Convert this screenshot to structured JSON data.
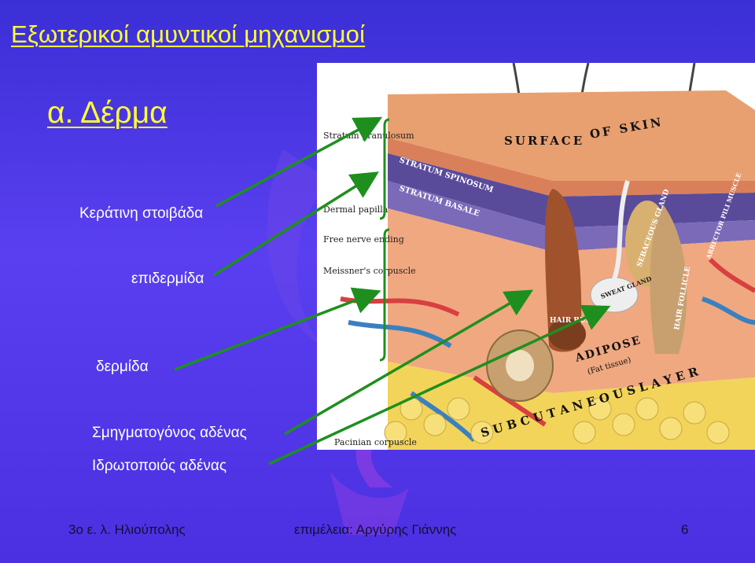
{
  "slide": {
    "title": "Εξωτερικοί αμυντικοί μηχανισμοί",
    "subtitle": "α. Δέρμα",
    "labels": {
      "keratin": "Κεράτινη στοιβάδα",
      "epidermis": "επιδερμίδα",
      "dermis": "δερμίδα",
      "sebaceous": "Σμηγματογόνος αδένας",
      "sweat": "Ιδρωτοποιός αδένας"
    },
    "footer": {
      "left": "3ο ε. λ. Ηλιούπολης",
      "center": "επιμέλεια: Αργύρης Γιάννης",
      "page": "6"
    }
  },
  "diagram": {
    "left_labels": {
      "stratum_granulosum": "Stratum granulosum",
      "dermal_papilla": "Dermal papilla",
      "free_nerve_ending": "Free nerve ending",
      "meissners_corpuscle": "Meissner's corpuscle",
      "pacinian_corpuscle": "Pacinian corpuscle"
    },
    "layer_labels": {
      "surface": "SURFACE",
      "of_skin": "OF SKIN",
      "stratum_spinosum": "STRATUM SPINOSUM",
      "stratum_basale": "STRATUM BASALE",
      "subcutaneous_layer": "S U B C U T A N E O U S   L A Y E R",
      "adipose": "ADIPOSE",
      "fat_tissue": "(Fat tissue)"
    },
    "structure_labels": {
      "sebaceous_gland": "SEBACEOUS GLAND",
      "sweat_gland": "SWEAT GLAND",
      "hair_bulb": "HAIR BULB",
      "hair_follicle": "HAIR FOLLICLE",
      "arrector_pili": "ARRECTOR PILI MUSCLE"
    },
    "colors": {
      "arrow_green": "#1e8f1e",
      "title_yellow": "#ffff33"
    }
  }
}
